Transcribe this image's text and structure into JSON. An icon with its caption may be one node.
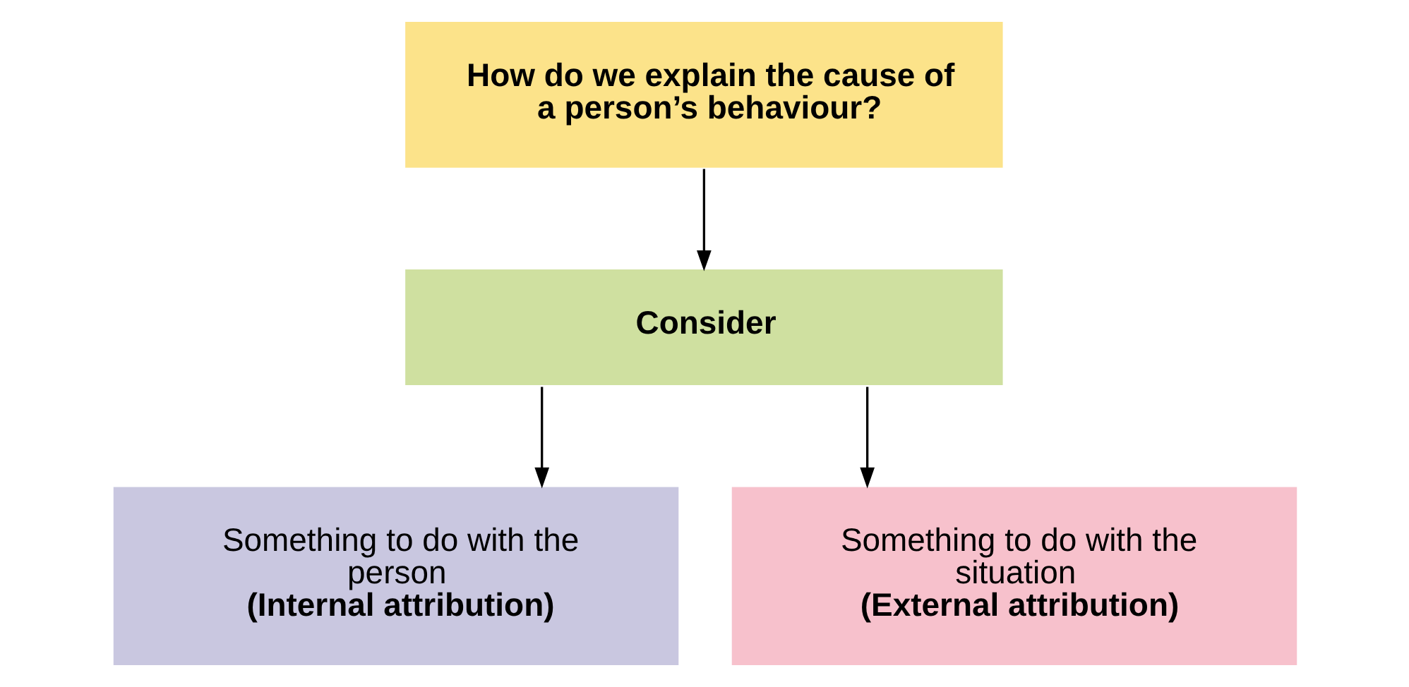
{
  "diagram": {
    "nodes": [
      {
        "text": [
          "How do we explain the cause of a person’s behaviour?"
        ]
      },
      {
        "text": [
          "Consider"
        ]
      },
      {
        "text": [
          "Something to do with the person",
          "(Internal attribution)"
        ]
      },
      {
        "text": [
          "Something to do with the situation",
          "(External attribution)"
        ]
      }
    ],
    "edges": [
      {
        "from": 0,
        "to": 1,
        "arrow": "to"
      },
      {
        "from": 1,
        "to": 2,
        "arrow": "to"
      },
      {
        "from": 1,
        "to": 3,
        "arrow": "to"
      }
    ]
  }
}
